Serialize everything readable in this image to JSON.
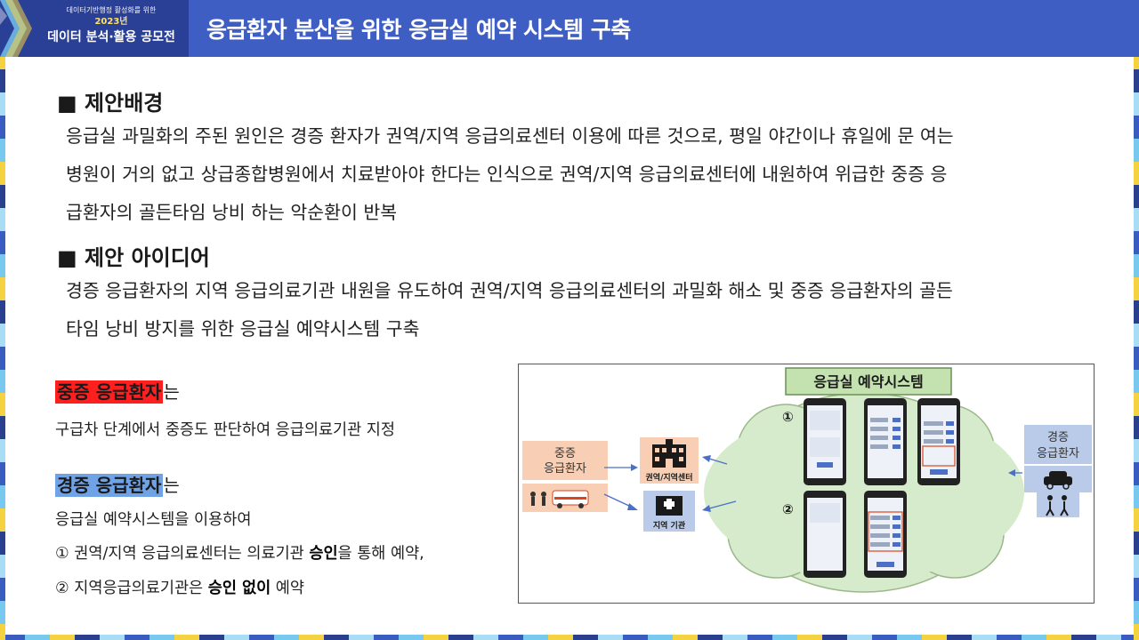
{
  "header": {
    "logo_line1": "데이터기반행정 활성화를 위한",
    "logo_line2": "2023년",
    "logo_line3": "데이터 분석·활용 공모전",
    "title": "응급환자 분산을 위한 응급실 예약 시스템 구축"
  },
  "sections": [
    {
      "heading": "■ 제안배경",
      "lines": [
        "응급실 과밀화의 주된 원인은 경증 환자가 권역/지역 응급의료센터 이용에 따른 것으로, 평일 야간이나 휴일에 문 여는",
        "병원이 거의 없고 상급종합병원에서 치료받아야 한다는 인식으로 권역/지역 응급의료센터에 내원하여 위급한 중증 응",
        "급환자의 골든타임 낭비 하는 악순환이 반복"
      ]
    },
    {
      "heading": "■ 제안 아이디어",
      "lines": [
        "경증 응급환자의 지역 응급의료기관 내원을 유도하여 권역/지역 응급의료센터의 과밀화 해소 및 중증 응급환자의 골든",
        "타임 낭비 방지를 위한 응급실 예약시스템 구축"
      ]
    }
  ],
  "severe": {
    "label": "중증 응급환자",
    "suffix": "는",
    "desc": "구급차 단계에서 중증도 판단하여 응급의료기관 지정"
  },
  "mild": {
    "label": "경증 응급환자",
    "suffix": "는",
    "desc": "응급실 예약시스템을 이용하여",
    "item1_pre": "① 권역/지역 응급의료센터는 의료기관 ",
    "item1_bold": "승인",
    "item1_post": "을 통해 예약,",
    "item2_pre": "② 지역응급의료기관은 ",
    "item2_bold": "승인 없이",
    "item2_post": " 예약"
  },
  "diagram": {
    "system_title": "응급실 예약시스템",
    "severe_label_1": "중증",
    "severe_label_2": "응급환자",
    "mild_label_1": "경증",
    "mild_label_2": "응급환자",
    "center_label": "권역/지역센터",
    "local_label": "지역 기관",
    "step1": "①",
    "step2": "②",
    "colors": {
      "cloud": "#d6ebcb",
      "title_bg": "#c3e2b0",
      "severe_bg": "#f8cfb4",
      "mild_bg": "#b9cbe8"
    }
  }
}
